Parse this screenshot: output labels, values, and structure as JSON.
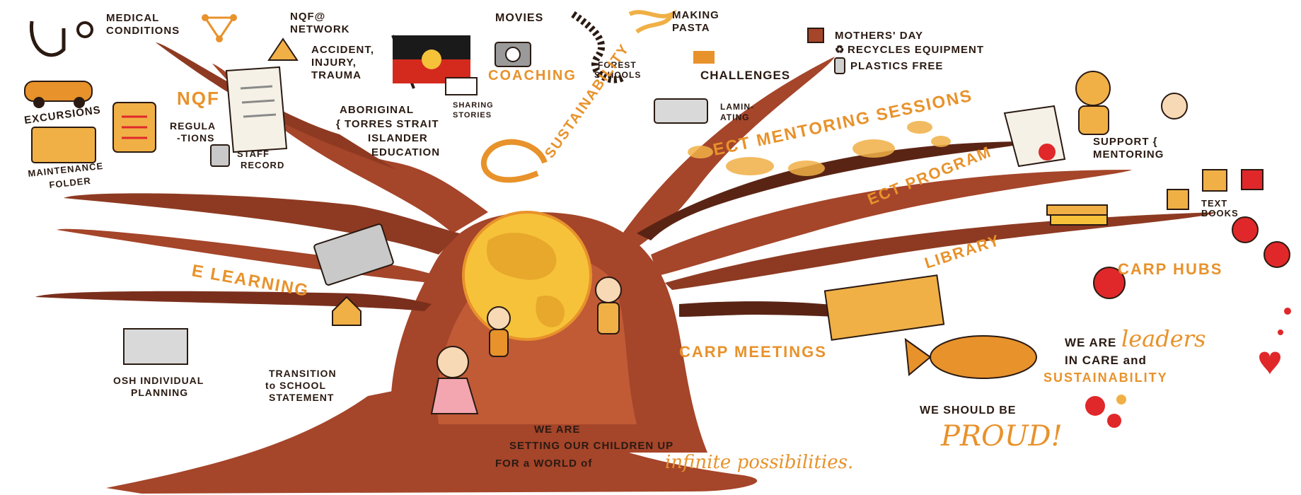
{
  "colors": {
    "trunk": "#a5452a",
    "trunk_light": "#c8603a",
    "ink": "#2a1a12",
    "accent": "#e8922b",
    "leaf": "#f0b046",
    "globe": "#f6c23a",
    "heart": "#e0282a"
  },
  "branches": {
    "medical": "MEDICAL CONDITIONS",
    "nqf_network": "NQF@ NETWORK",
    "accident": "ACCIDENT, INJURY, TRAUMA",
    "excursions": "EXCURSIONS",
    "nqf": "NQF",
    "regulations": "REGULA -TIONS",
    "maintenance": "MAINTENANCE FOLDER",
    "staff_record": "STAFF RECORD",
    "aboriginal": "ABORIGINAL { TORRES STRAIT ISLANDER EDUCATION",
    "sharing": "SHARING STORIES",
    "movies": "MOVIES",
    "making_pasta": "MAKING PASTA",
    "coaching": "COACHING",
    "forest": "FOREST SCHOOLS",
    "sustainability": "SUSTAINABILITY",
    "challenges": "CHALLENGES",
    "mothers_day": "MOTHERS' DAY",
    "recycles": "RECYCLES EQUIPMENT",
    "plastics": "PLASTICS FREE",
    "lamination": "LAMIN- ATING",
    "mentoring": "ECT MENTORING SESSIONS",
    "ect_program": "ECT PROGRAM",
    "support": "SUPPORT { MENTORING",
    "textbooks": "TEXT BOOKS",
    "library": "LIBRARY",
    "carp_hubs": "CARP HUBS",
    "elearning": "E LEARNING",
    "osh": "OSH INDIVIDUAL PLANNING",
    "transition": "TRANSITION to SCHOOL STATEMENT",
    "carp_meetings": "CARP MEETINGS"
  },
  "messages": {
    "leaders_a": "WE ARE",
    "leaders_b": "leaders",
    "leaders_c": "IN CARE and",
    "leaders_d": "SUSTAINABILITY",
    "proud_a": "WE SHOULD BE",
    "proud_b": "PROUD!",
    "setting_a": "WE ARE",
    "setting_b": "SETTING OUR CHILDREN UP",
    "setting_c": "FOR a WORLD of",
    "setting_d": "infinite possibilities."
  }
}
